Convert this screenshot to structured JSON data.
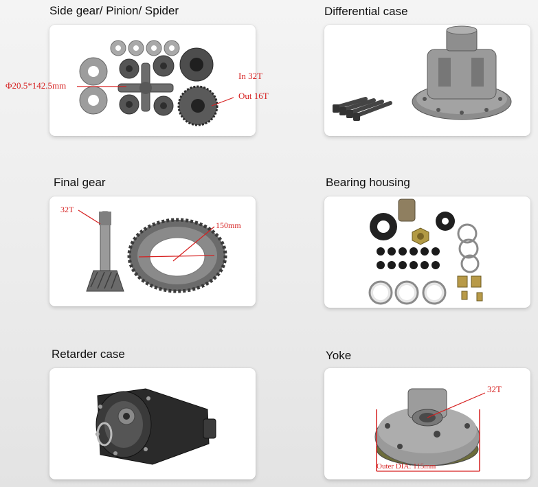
{
  "sections": [
    {
      "title": "Side gear/ Pinion/ Spider",
      "labels": {
        "dimension": "Φ20.5*142.5mm",
        "inner": "In 32T",
        "outer": "Out 16T"
      }
    },
    {
      "title": "Differential case"
    },
    {
      "title": "Final gear",
      "labels": {
        "teeth": "32T",
        "diameter": "150mm"
      }
    },
    {
      "title": "Bearing housing"
    },
    {
      "title": "Retarder case"
    },
    {
      "title": "Yoke",
      "labels": {
        "teeth": "32T",
        "outer_dia": "Outer DIA: 115mm"
      }
    }
  ],
  "colors": {
    "annotation": "#d62020",
    "metal": "#8a8a8a"
  }
}
